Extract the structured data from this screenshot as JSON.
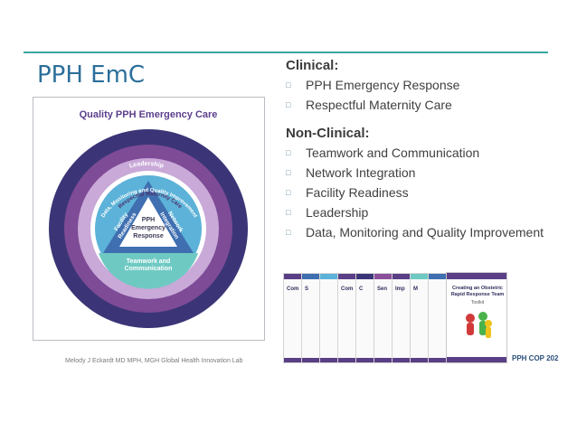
{
  "slide": {
    "title": "PPH EmC",
    "footer_left": "Melody J Eckardt MD MPH, MGH Global Health Innovation Lab",
    "footer_right": "PPH COP 202"
  },
  "diagram": {
    "heading": "Quality PPH Emergency Care",
    "ring_leadership": "Leadership",
    "ring_data": "Data, Monitoring and Quality Improvement",
    "ring_respectful": "Respectful Maternity Care",
    "facility_readiness": [
      "Facility",
      "Readiness"
    ],
    "network_integration": [
      "Network",
      "Integration"
    ],
    "center": [
      "PPH",
      "Emergency",
      "Response"
    ],
    "teamwork": [
      "Teamwork and",
      "Communication"
    ],
    "colors": {
      "outer": "#3b3577",
      "purple": "#8a4f9a",
      "light_purple": "#c9a9d8",
      "blue": "#3f6fb0",
      "light_blue": "#5cb2d8",
      "teal": "#6fc9c3",
      "heading": "#5b3f8c"
    }
  },
  "clinical": {
    "heading": "Clinical:",
    "items": [
      "PPH Emergency Response",
      "Respectful Maternity Care"
    ]
  },
  "non_clinical": {
    "heading": "Non-Clinical:",
    "items": [
      "Teamwork and Communication",
      "Network Integration",
      "Facility Readiness",
      "Leadership",
      "Data, Monitoring and Quality Improvement"
    ]
  },
  "markers": {
    "clinical": "□",
    "non_clinical": [
      "□",
      "□",
      "□",
      "□",
      "□"
    ]
  },
  "covers": {
    "small_words": [
      "Com",
      "S",
      "",
      "Com",
      "C",
      "Sen",
      "Imp",
      "M",
      "",
      ""
    ],
    "big_title": [
      "Creating an Obstetric",
      "Rapid Response Team"
    ],
    "big_sub": "Toolkit"
  }
}
